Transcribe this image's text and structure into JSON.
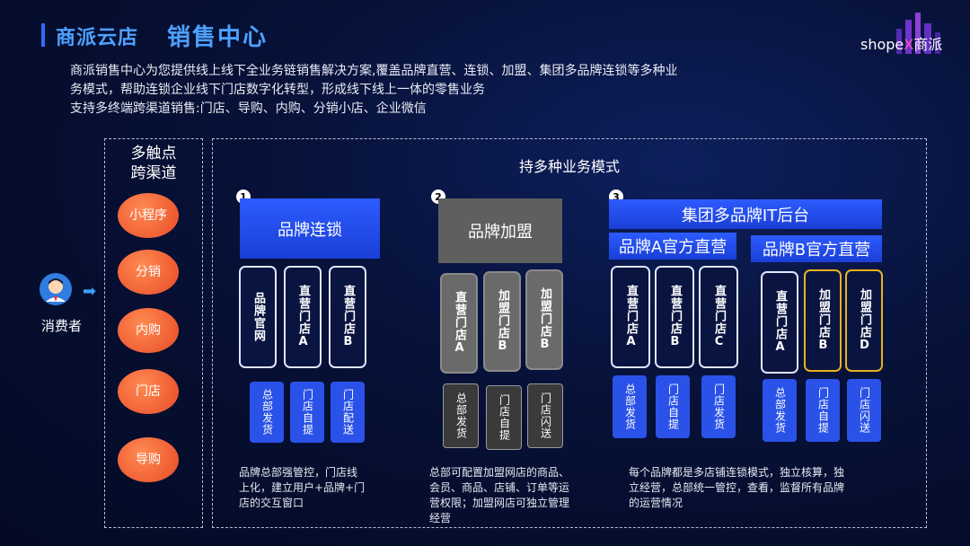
{
  "header": {
    "brand": "商派云店",
    "title": "销售中心",
    "logo_text": "shope",
    "logo_x": "X",
    "logo_cn": "商派"
  },
  "intro": [
    "商派销售中心为您提供线上线下全业务链销售解决方案,覆盖品牌直营、连锁、加盟、集团多品牌连锁等多种业",
    "务模式，帮助连锁企业线下门店数字化转型，形成线下线上一体的零售业务",
    "支持多终端跨渠道销售:门店、导购、内购、分销小店、企业微信"
  ],
  "left": {
    "heading_line1": "多触点",
    "heading_line2": "跨渠道",
    "channels": [
      "小程序",
      "分销",
      "内购",
      "门店",
      "导购"
    ],
    "consumer": "消费者"
  },
  "main": {
    "heading": "持多种业务模式",
    "model1": {
      "num": "1",
      "header": "品牌连锁",
      "boxes": [
        "品牌官网",
        "直营门店A",
        "直营门店B"
      ],
      "sub": [
        "总部发货",
        "门店自提",
        "门店配送"
      ],
      "desc": [
        "品牌总部强管控，门店线",
        "上化，建立用户+品牌+门",
        "店的交互窗口"
      ]
    },
    "model2": {
      "num": "2",
      "header": "品牌加盟",
      "boxes": [
        "直营门店A",
        "加盟门店B",
        "加盟门店B"
      ],
      "sub": [
        "总部发货",
        "门店自提",
        "门店闪送"
      ],
      "desc": [
        "总部可配置加盟网店的商品、",
        "会员、商品、店铺、订单等运",
        "营权限；加盟网店可独立管理",
        "经营"
      ]
    },
    "model3": {
      "num": "3",
      "header": "集团多品牌IT后台",
      "brandA": "品牌A官方直营",
      "brandB": "品牌B官方直营",
      "boxesA": [
        "直营门店A",
        "直营门店B",
        "直营门店C"
      ],
      "subA": [
        "总部发货",
        "门店自提",
        "门店发货"
      ],
      "boxesB": [
        "直营门店A",
        "加盟门店B",
        "加盟门店D"
      ],
      "subB": [
        "总部发货",
        "门店自提",
        "门店闪送"
      ],
      "desc": [
        "每个品牌都是多店铺连锁模式，独立核算，独",
        "立经营，总部统一管控，查看，监督所有品牌",
        "的运营情况"
      ]
    }
  },
  "colors": {
    "accent": "#4ea1ff",
    "blue": "#2a52e8",
    "orange": "#e84a26",
    "yellow": "#e8b21f"
  }
}
